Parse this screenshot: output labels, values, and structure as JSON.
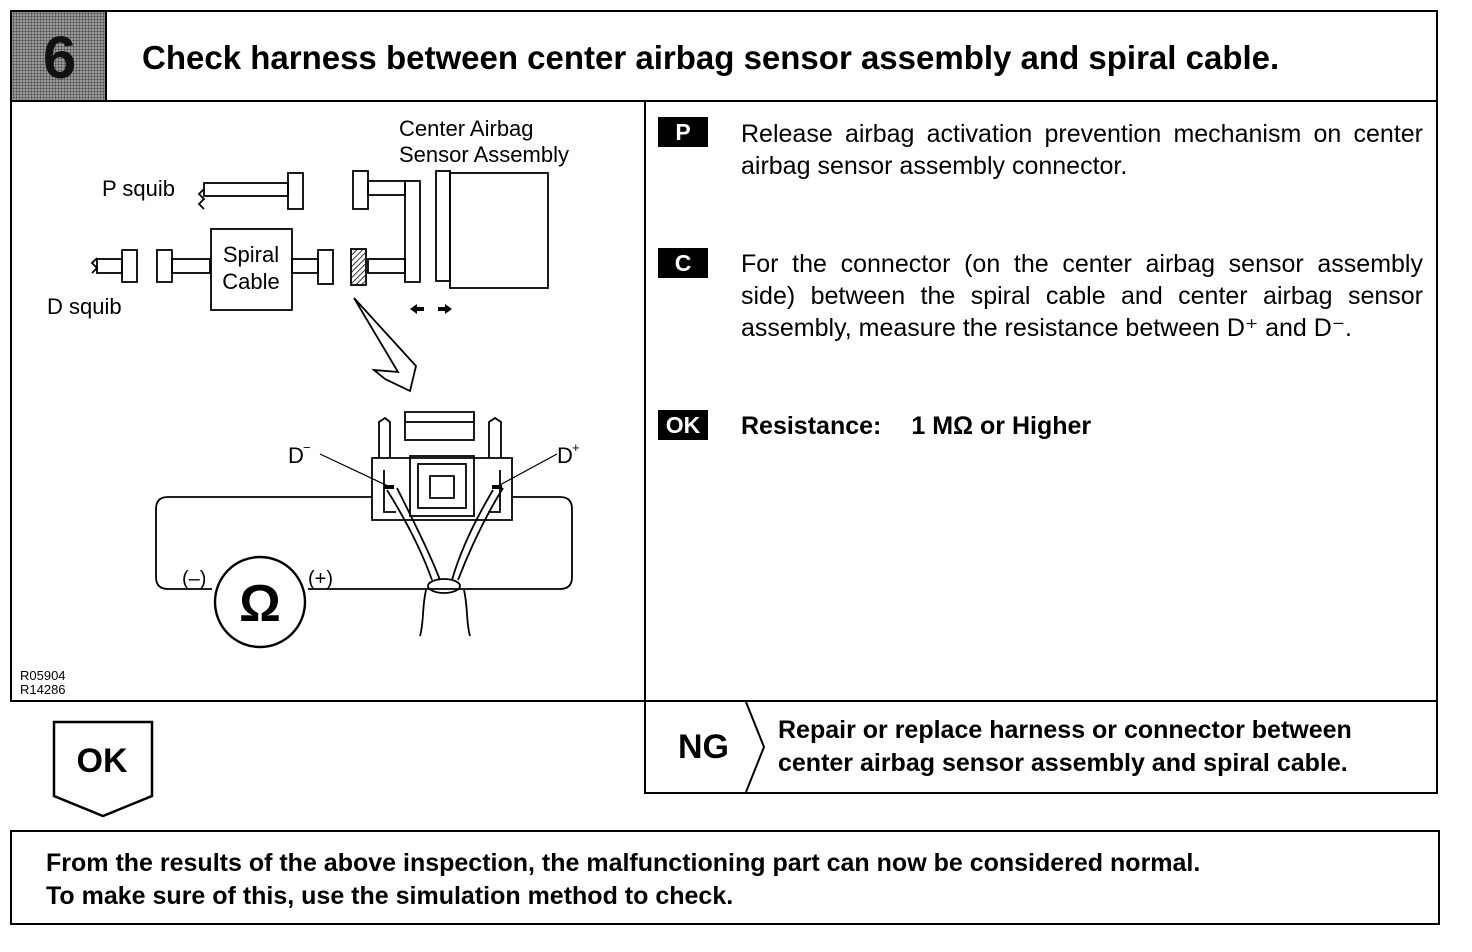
{
  "header": {
    "step_number": "6",
    "title": "Check harness between center airbag sensor assembly and spiral cable."
  },
  "figure": {
    "label_center_line1": "Center Airbag",
    "label_center_line2": "Sensor Assembly",
    "label_p_squib": "P squib",
    "label_d_squib": "D squib",
    "label_spiral_line1": "Spiral",
    "label_spiral_line2": "Cable",
    "label_d_minus": "D",
    "label_d_plus": "D",
    "minus_sup": "−",
    "plus_sup": "+",
    "meter_minus": "(–)",
    "meter_plus": "(+)",
    "meter_symbol": "Ω",
    "code_line1": "R05904",
    "code_line2": "R14286"
  },
  "instructions": {
    "p_tag": "P",
    "p_text": "Release airbag activation prevention mechanism on center airbag sensor assembly connector.",
    "c_tag": "C",
    "c_text": "For the connector (on the center airbag sensor assembly side) between the spiral cable and center airbag sensor assembly, measure the resistance bet­ween D⁺ and D⁻.",
    "ok_tag": "OK",
    "result_label": "Resistance:",
    "result_value": "1 MΩ or Higher"
  },
  "ng": {
    "label": "NG",
    "text_line1": "Repair or replace harness or connector between",
    "text_line2": "center airbag sensor assembly and spiral cable."
  },
  "ok": {
    "label": "OK"
  },
  "conclusion": {
    "line1": "From the results of the above inspection, the malfunctioning part can now be considered normal.",
    "line2": "To make sure of this, use the simulation method to check."
  }
}
